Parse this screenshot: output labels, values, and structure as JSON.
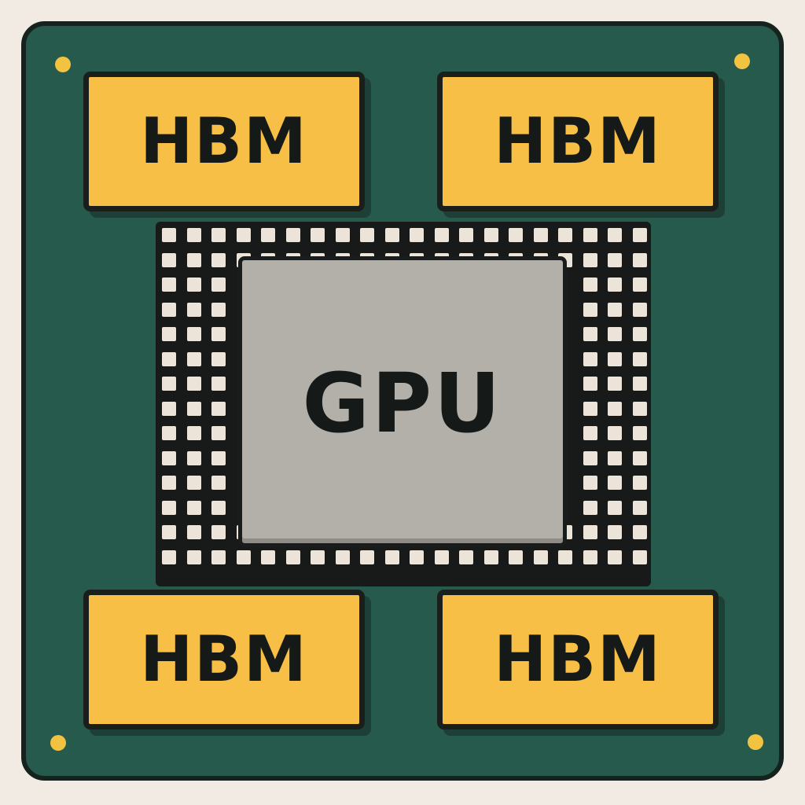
{
  "diagram": {
    "memory_modules": [
      {
        "label": "HBM"
      },
      {
        "label": "HBM"
      },
      {
        "label": "HBM"
      },
      {
        "label": "HBM"
      }
    ],
    "processor": {
      "label": "GPU"
    }
  },
  "colors": {
    "background": "#f1ebe4",
    "board": "#255a4c",
    "memory": "#f7bf45",
    "die": "#b3b0aa",
    "package": "#171a19",
    "pads": "#ece4d8",
    "mounting_holes": "#f2c241"
  }
}
